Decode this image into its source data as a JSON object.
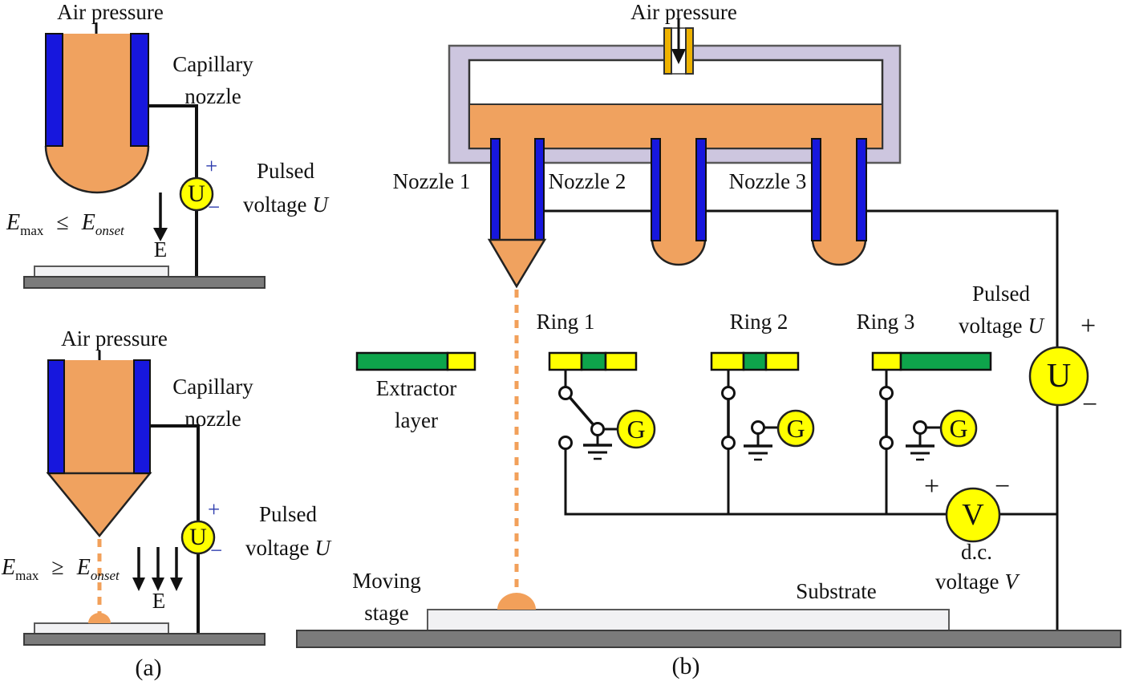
{
  "colors": {
    "fluid_orange": "#f0a25f",
    "jet_orange": "#f2a05a",
    "wall_blue": "#1717dd",
    "reservoir_shell": "#cdc6df",
    "meter_yellow": "#ffff00",
    "ring_green": "#0ea44b",
    "ring_yellow": "#ffff00",
    "tube_gold": "#eeb200",
    "substrate_gray": "#f1f1f3",
    "stage_gray": "#7b7b7b"
  },
  "panel_a": {
    "caption": "(a)",
    "top": {
      "air_pressure": "Air pressure",
      "capillary": [
        "Capillary",
        "nozzle"
      ],
      "meter": "U",
      "plus": "+",
      "minus": "−",
      "pulsed": [
        "Pulsed",
        "voltage"
      ],
      "pulsed_var": "U",
      "formula": {
        "lhs": "E",
        "lhs_sub": "max",
        "op": "≤",
        "rhs": "E",
        "rhs_sub": "onset"
      },
      "field": "E"
    },
    "bottom": {
      "air_pressure": "Air pressure",
      "capillary": [
        "Capillary",
        "nozzle"
      ],
      "meter": "U",
      "plus": "+",
      "minus": "−",
      "pulsed": [
        "Pulsed",
        "voltage"
      ],
      "pulsed_var": "U",
      "formula": {
        "lhs": "E",
        "lhs_sub": "max",
        "op": "≥",
        "rhs": "E",
        "rhs_sub": "onset"
      },
      "field": "E"
    }
  },
  "panel_b": {
    "caption": "(b)",
    "air_pressure": "Air pressure",
    "nozzle_labels": [
      "Nozzle 1",
      "Nozzle 2",
      "Nozzle 3"
    ],
    "ring_labels": [
      "Ring 1",
      "Ring 2",
      "Ring 3"
    ],
    "extractor": [
      "Extractor",
      "layer"
    ],
    "galvanometer": "G",
    "u_meter": {
      "label": "U",
      "plus": "+",
      "minus": "−",
      "caption": [
        "Pulsed",
        "voltage"
      ],
      "var": "U"
    },
    "v_meter": {
      "label": "V",
      "plus": "+",
      "minus": "−",
      "caption": [
        "d.c.",
        "voltage"
      ],
      "var": "V"
    },
    "moving_stage": [
      "Moving",
      "stage"
    ],
    "substrate": "Substrate"
  }
}
